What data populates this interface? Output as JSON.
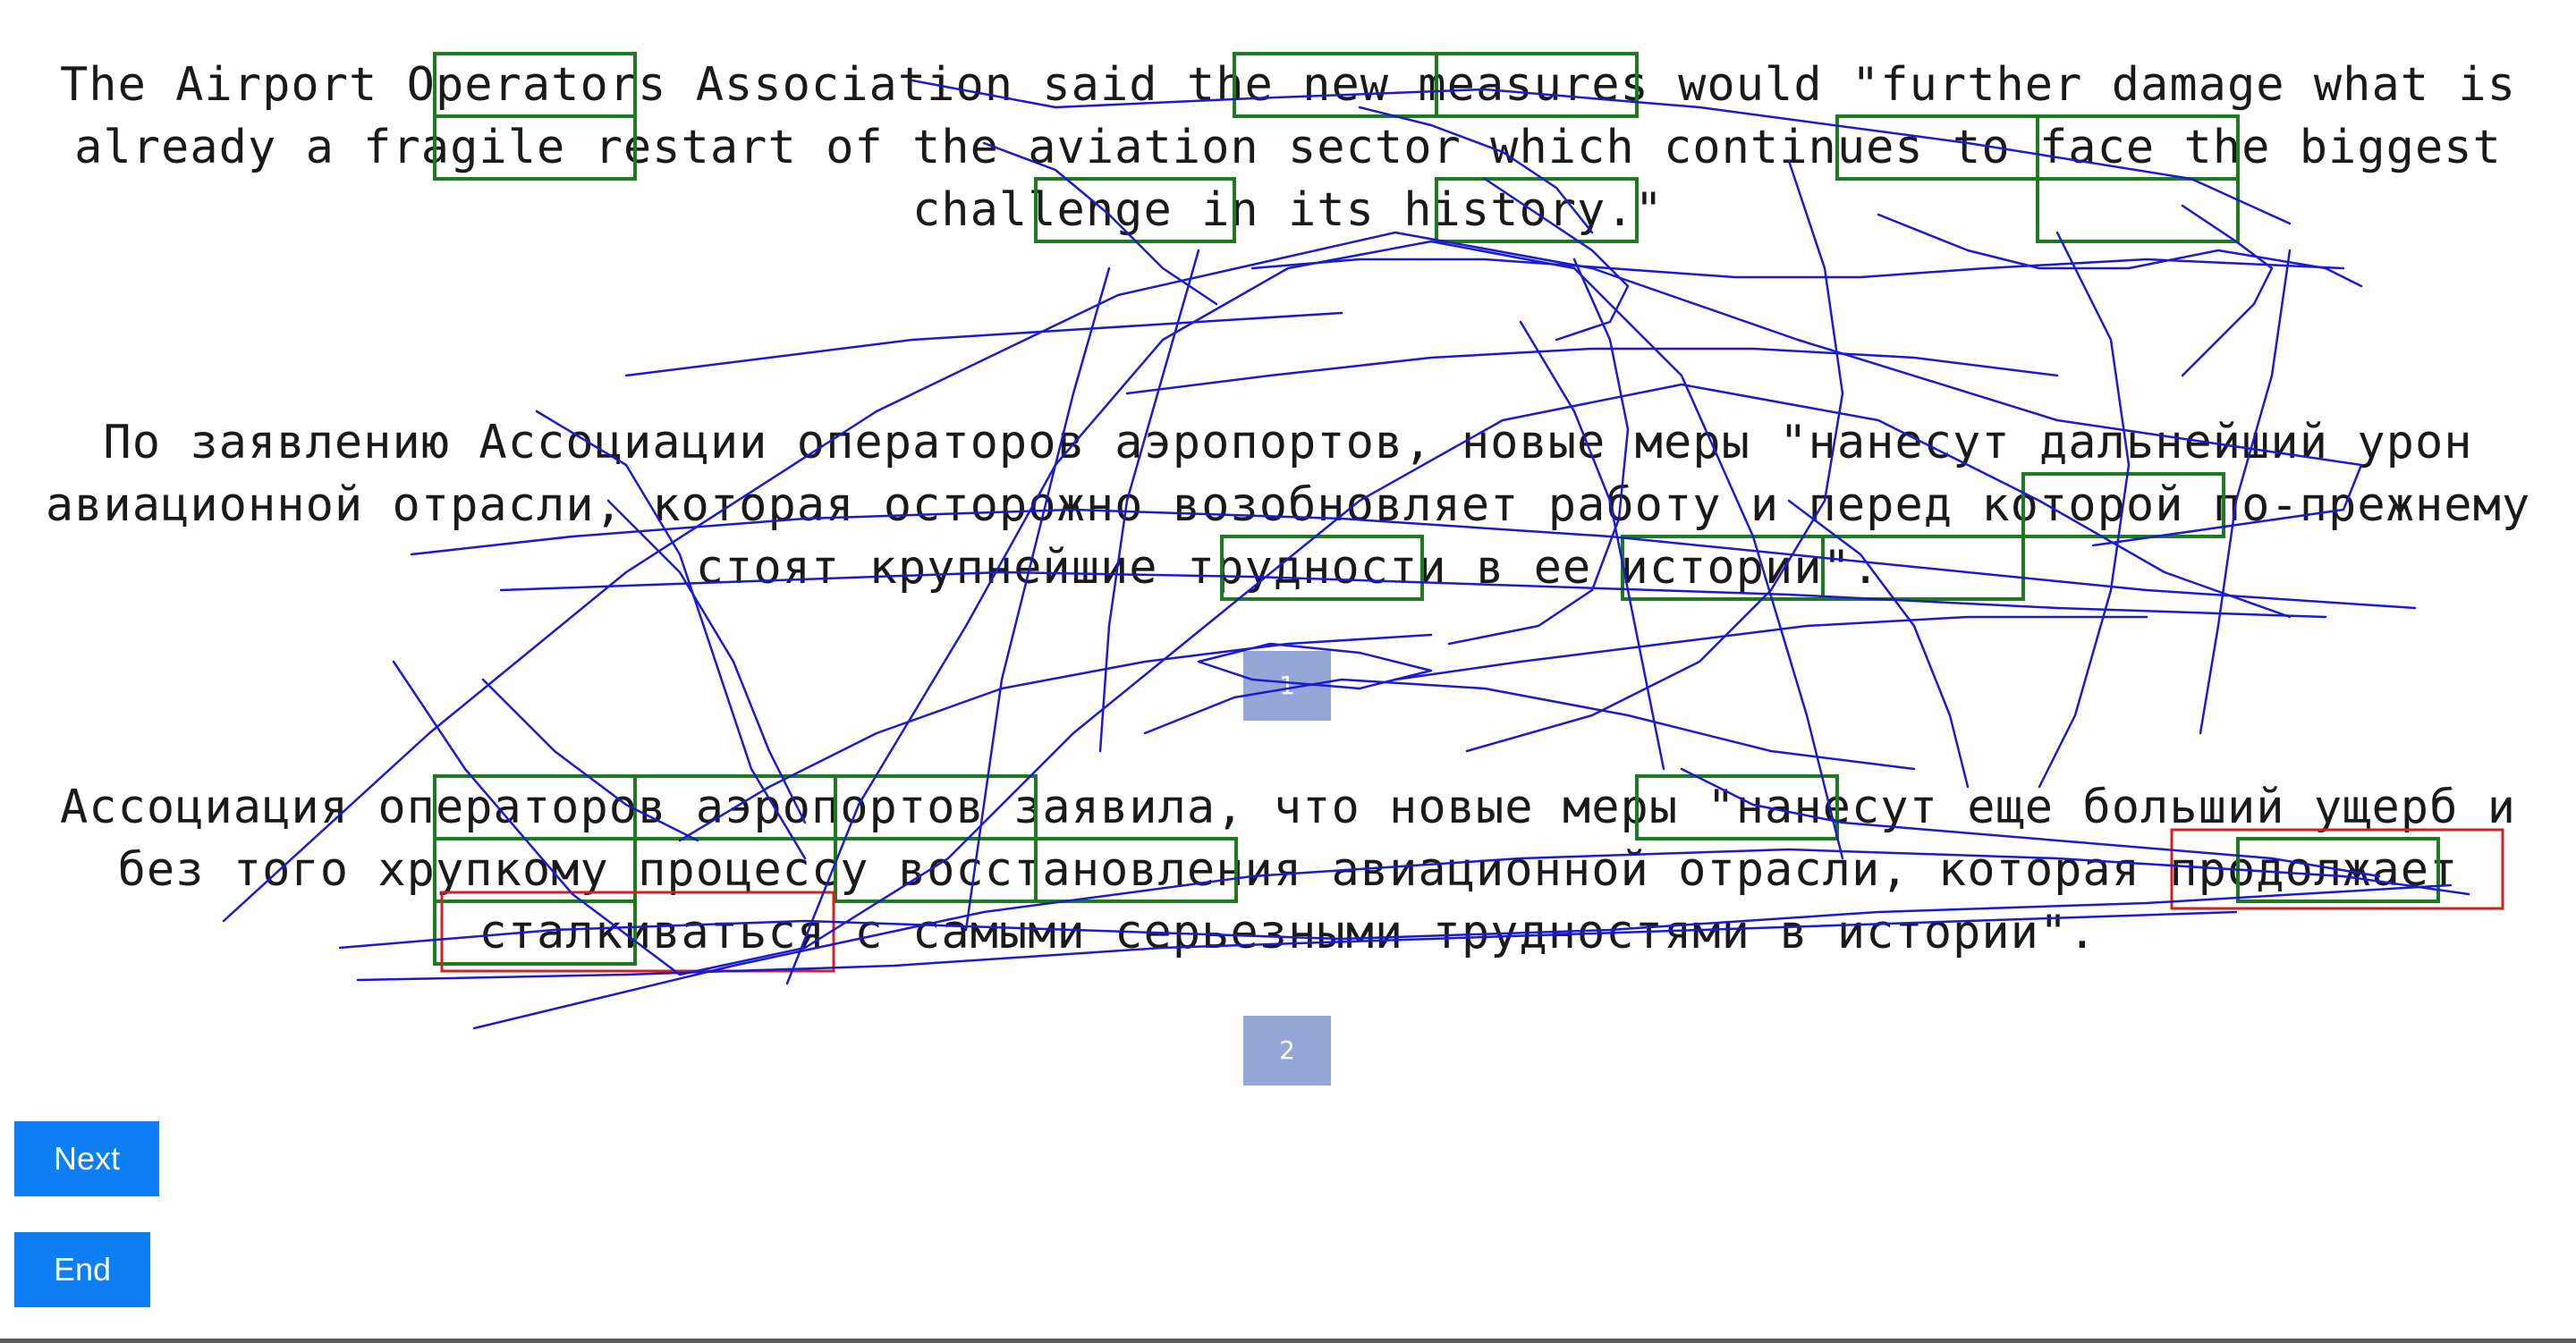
{
  "paragraphs": {
    "source": "The Airport Operators Association said the new measures would \"further damage what is\nalready a fragile restart of the aviation sector which continues to face the biggest\nchallenge in its history.\"",
    "reference": "По заявлению Ассоциации операторов аэропортов, новые меры \"нанесут дальнейший урон\nавиационной отрасли, которая осторожно возобновляет работу и перед которой по-прежнему\nстоят крупнейшие трудности в ее истории\".",
    "hypothesis": "Ассоциация операторов аэропортов заявила, что новые меры \"нанесут еще больший ущерб и\nбез того хрупкому процессу восстановления авиационной отрасли, которая продолжает\nсталкиваться с самыми серьезными трудностями в истории\"."
  },
  "badges": {
    "first": "1",
    "second": "2"
  },
  "buttons": {
    "next_label": "Next",
    "end_label": "End"
  },
  "colors": {
    "highlight_box": "#1e7a1e",
    "error_box": "#d62020",
    "scribble": "#1a1ad6",
    "button": "#0d7ff2",
    "badge": "#94a8d8"
  }
}
